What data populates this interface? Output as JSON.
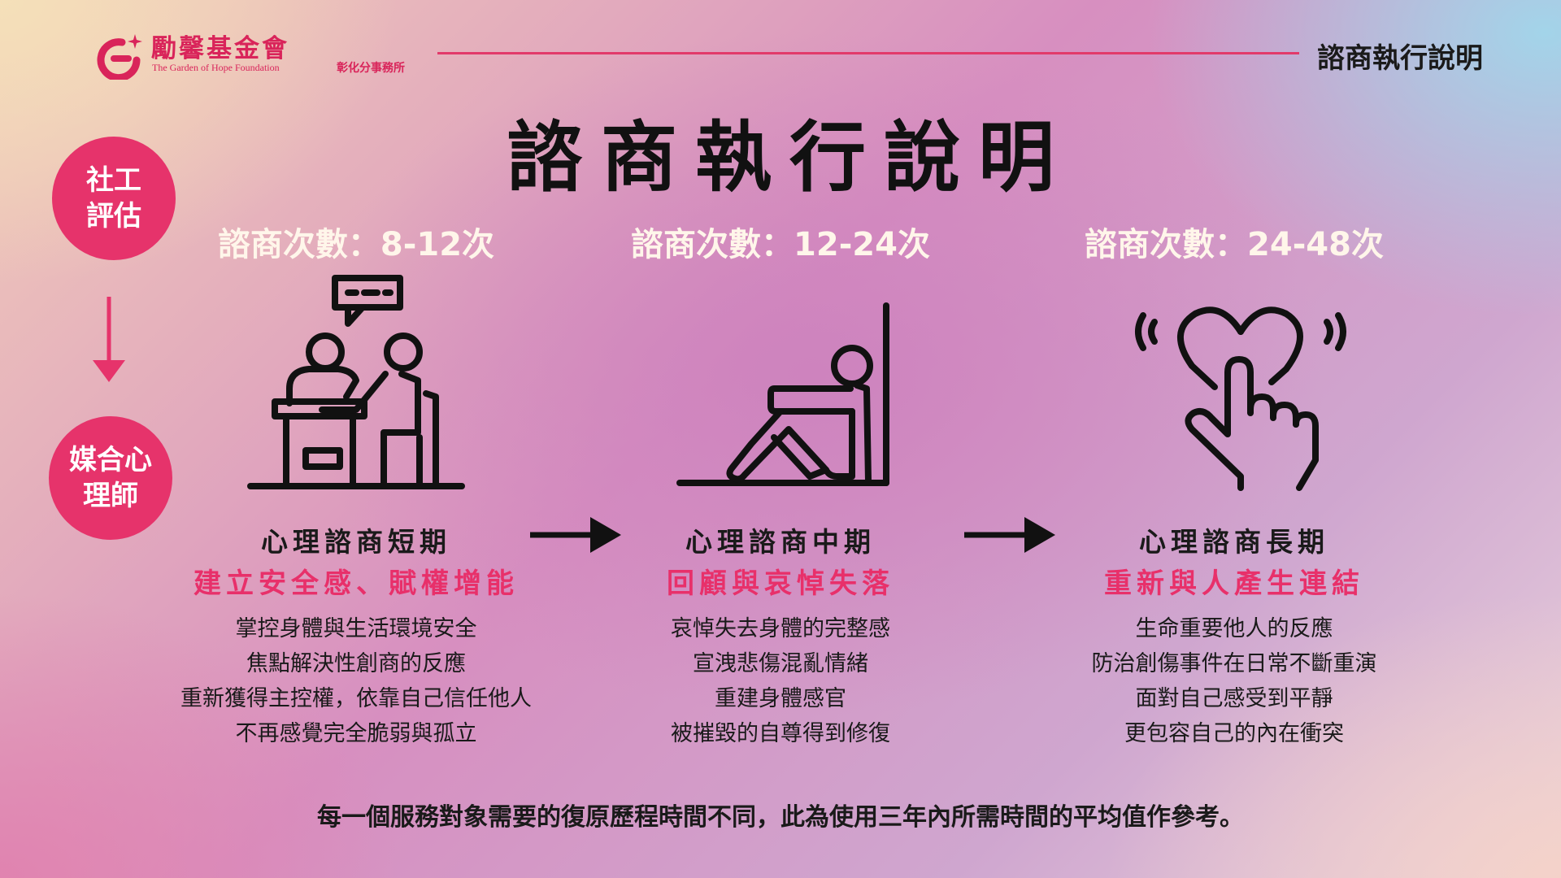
{
  "header": {
    "org_name": "勵馨基金會",
    "org_name_en": "The Garden of Hope Foundation",
    "branch": "彰化分事務所",
    "page_label": "諮商執行說明"
  },
  "title": "諮商執行說明",
  "flow": {
    "step1": "社工評估",
    "step2": "媒合心理師"
  },
  "columns": [
    {
      "count": "諮商次數：8-12次",
      "icon": "counseling-session-icon",
      "phase": "心理諮商短期",
      "goal": "建立安全感、賦權增能",
      "items": [
        "掌控身體與生活環境安全",
        "焦點解決性創商的反應",
        "重新獲得主控權，依靠自己信任他人",
        "不再感覺完全脆弱與孤立"
      ]
    },
    {
      "count": "諮商次數：12-24次",
      "icon": "person-hugging-knees-icon",
      "phase": "心理諮商中期",
      "goal": "回顧與哀悼失落",
      "items": [
        "哀悼失去身體的完整感",
        "宣洩悲傷混亂情緒",
        "重建身體感官",
        "被摧毀的自尊得到修復"
      ]
    },
    {
      "count": "諮商次數：24-48次",
      "icon": "heart-touch-icon",
      "phase": "心理諮商長期",
      "goal": "重新與人產生連結",
      "items": [
        "生命重要他人的反應",
        "防治創傷事件在日常不斷重演",
        "面對自己感受到平靜",
        "更包容自己的內在衝突"
      ]
    }
  ],
  "footnote": "每一個服務對象需要的復原歷程時間不同，此為使用三年內所需時間的平均值作參考。",
  "colors": {
    "accent": "#e6336b",
    "goal_text": "#e8306a",
    "brand": "#d9245a",
    "count_text": "#fff6ea"
  }
}
